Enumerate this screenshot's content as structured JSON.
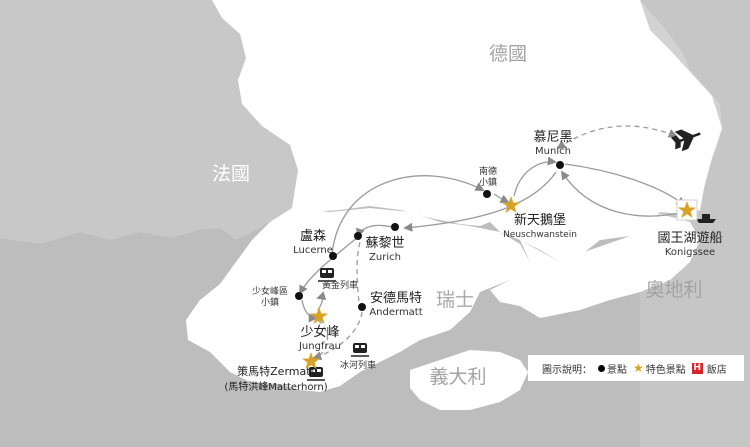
{
  "countries": {
    "germany": "德國",
    "france": "法國",
    "switzerland": "瑞士",
    "austria": "奧地利",
    "italy": "義大利"
  },
  "cities": {
    "munich": {
      "zh": "慕尼黑",
      "en": "Munich"
    },
    "nansen": {
      "zh_line1": "南德",
      "zh_line2": "小鎮"
    },
    "neuschwanstein": {
      "zh": "新天鵝堡",
      "en": "Neuschwanstein"
    },
    "konigssee": {
      "zh": "國王湖遊船",
      "en": "Konigssee"
    },
    "lucerne": {
      "zh": "盧森",
      "en": "Lucerne"
    },
    "zurich": {
      "zh": "蘇黎世",
      "en": "Zurich"
    },
    "jungfrau_town": {
      "zh_line1": "少女峰區",
      "zh_line2": "小鎮"
    },
    "jungfrau": {
      "zh": "少女峰",
      "en": "Jungfrau"
    },
    "andermatt": {
      "zh": "安德馬特",
      "en": "Andermatt"
    },
    "zermatt": {
      "line1": "策馬特Zermatt",
      "line2": "(馬特洪峰Matterhorn)"
    }
  },
  "trains": {
    "golden_pass": "黃金列車",
    "glacier_express": "冰河列車"
  },
  "legend": {
    "title": "圖示說明：",
    "attraction": "景點",
    "featured": "特色景點",
    "hotel": "飯店",
    "hotel_glyph": "H"
  },
  "colors": {
    "background": "#bdbdbd",
    "land": "#ffffff",
    "route": "#9a9a9a",
    "star": "#d8a324",
    "hotel": "#d6262b"
  }
}
